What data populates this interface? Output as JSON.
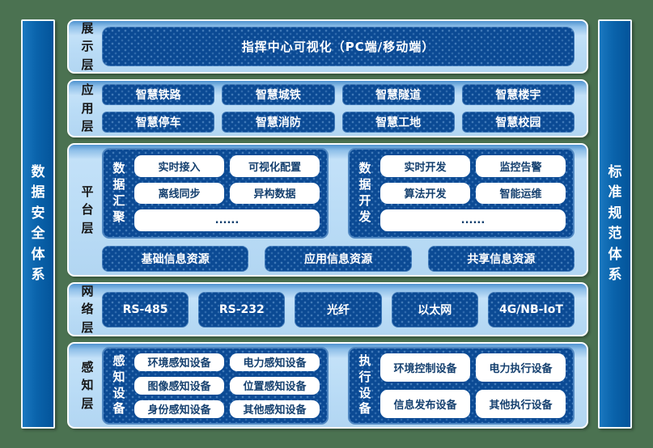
{
  "palette": {
    "background_green": "#4b7251",
    "sidebar_blue": "#0a63ab",
    "panel_light_blue": "#badcf6",
    "panel_top_blue": "#4f93d0",
    "box_navy": "#0b4a94",
    "white_box_text": "#15406f",
    "border_white": "#fbfdff"
  },
  "side_bars": {
    "left": "数据安全体系",
    "right": "标准规范体系"
  },
  "layers": {
    "display": {
      "label": "展示层",
      "box": "指挥中心可视化（PC端/移动端）"
    },
    "application": {
      "label": "应用层",
      "boxes": [
        "智慧铁路",
        "智慧城铁",
        "智慧隧道",
        "智慧楼宇",
        "智慧停车",
        "智慧消防",
        "智慧工地",
        "智慧校园"
      ]
    },
    "platform": {
      "label": "平台层",
      "groups": [
        {
          "label": "数据汇聚",
          "boxes": [
            "实时接入",
            "可视化配置",
            "离线同步",
            "异构数据"
          ],
          "more": "......"
        },
        {
          "label": "数据开发",
          "boxes": [
            "实时开发",
            "监控告警",
            "算法开发",
            "智能运维"
          ],
          "more": "......"
        }
      ],
      "resources": [
        "基础信息资源",
        "应用信息资源",
        "共享信息资源"
      ]
    },
    "network": {
      "label": "网络层",
      "boxes": [
        "RS-485",
        "RS-232",
        "光纤",
        "以太网",
        "4G/NB-IoT"
      ]
    },
    "perception": {
      "label": "感知层",
      "groups": [
        {
          "label": "感知设备",
          "boxes": [
            "环境感知设备",
            "电力感知设备",
            "图像感知设备",
            "位置感知设备",
            "身份感知设备",
            "其他感知设备"
          ]
        },
        {
          "label": "执行设备",
          "boxes": [
            "环境控制设备",
            "电力执行设备",
            "信息发布设备",
            "其他执行设备"
          ]
        }
      ]
    }
  }
}
